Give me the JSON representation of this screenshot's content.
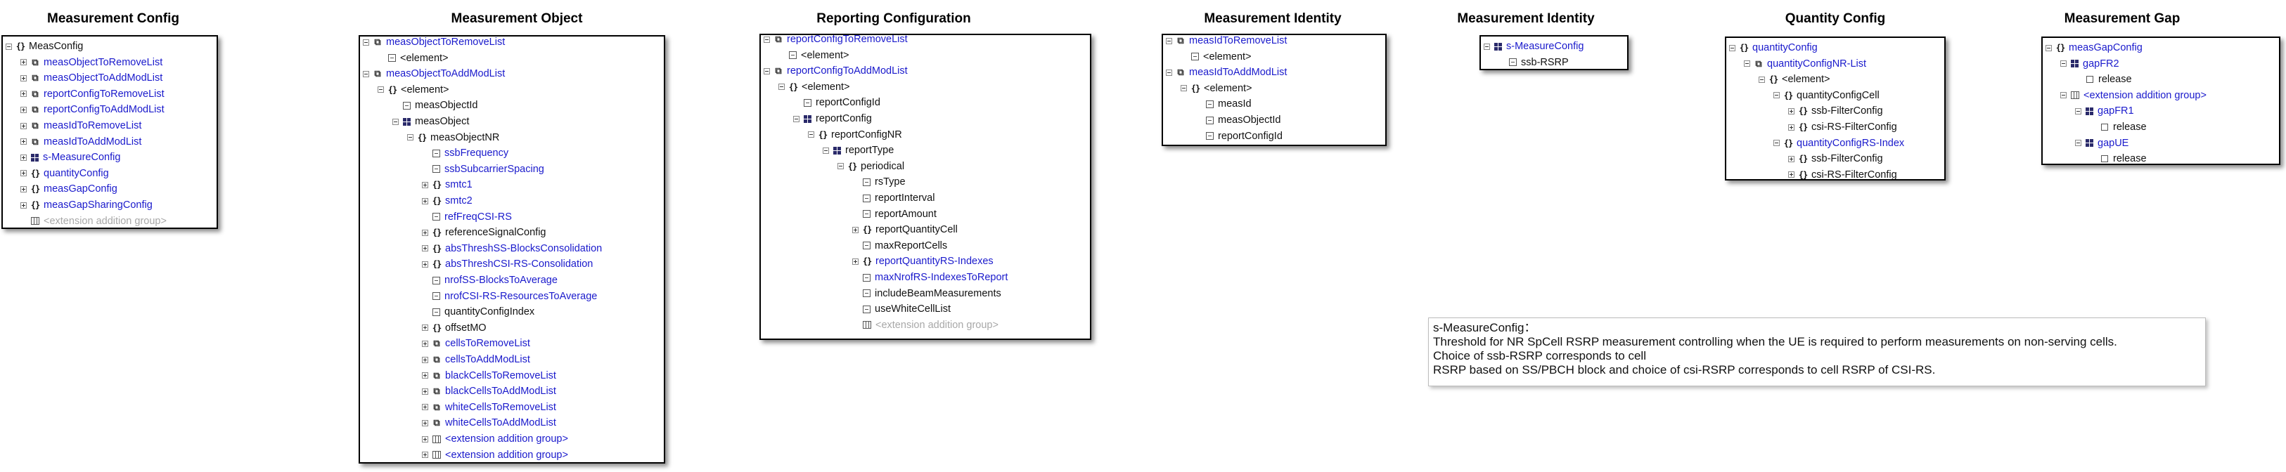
{
  "titles": [
    "Measurement Config",
    "Measurement Object",
    "Reporting Configuration",
    "Measurement Identity",
    "Measurement Identity",
    "Quantity Config",
    "Measurement Gap"
  ],
  "trees": [
    {
      "rows": [
        {
          "d": 0,
          "e": "minus",
          "i": "braces",
          "t": "MeasConfig",
          "s": "plain"
        },
        {
          "d": 1,
          "e": "plus",
          "i": "list",
          "t": "measObjectToRemoveList",
          "s": "link"
        },
        {
          "d": 1,
          "e": "plus",
          "i": "list",
          "t": "measObjectToAddModList",
          "s": "link"
        },
        {
          "d": 1,
          "e": "plus",
          "i": "list",
          "t": "reportConfigToRemoveList",
          "s": "link"
        },
        {
          "d": 1,
          "e": "plus",
          "i": "list",
          "t": "reportConfigToAddModList",
          "s": "link"
        },
        {
          "d": 1,
          "e": "plus",
          "i": "list",
          "t": "measIdToRemoveList",
          "s": "link"
        },
        {
          "d": 1,
          "e": "plus",
          "i": "list",
          "t": "measIdToAddModList",
          "s": "link"
        },
        {
          "d": 1,
          "e": "plus",
          "i": "choice",
          "t": "s-MeasureConfig",
          "s": "link"
        },
        {
          "d": 1,
          "e": "plus",
          "i": "braces",
          "t": "quantityConfig",
          "s": "link"
        },
        {
          "d": 1,
          "e": "plus",
          "i": "braces",
          "t": "measGapConfig",
          "s": "link"
        },
        {
          "d": 1,
          "e": "plus",
          "i": "braces",
          "t": "measGapSharingConfig",
          "s": "link"
        },
        {
          "d": 1,
          "e": "none",
          "i": "ext",
          "t": "<extension addition group>",
          "s": "grey"
        }
      ]
    },
    {
      "rows": [
        {
          "d": 0,
          "e": "minus",
          "i": "list",
          "t": "measObjectToRemoveList",
          "s": "link"
        },
        {
          "d": 1,
          "e": "none",
          "i": "seq",
          "t": "<element>",
          "s": "plain"
        },
        {
          "d": 0,
          "e": "minus",
          "i": "list",
          "t": "measObjectToAddModList",
          "s": "link"
        },
        {
          "d": 1,
          "e": "minus",
          "i": "braces",
          "t": "<element>",
          "s": "plain"
        },
        {
          "d": 2,
          "e": "none",
          "i": "seq",
          "t": "measObjectId",
          "s": "plain"
        },
        {
          "d": 2,
          "e": "minus",
          "i": "choice",
          "t": "measObject",
          "s": "plain"
        },
        {
          "d": 3,
          "e": "minus",
          "i": "braces",
          "t": "measObjectNR",
          "s": "plain"
        },
        {
          "d": 4,
          "e": "none",
          "i": "seq",
          "t": "ssbFrequency",
          "s": "link"
        },
        {
          "d": 4,
          "e": "none",
          "i": "seq",
          "t": "ssbSubcarrierSpacing",
          "s": "link"
        },
        {
          "d": 4,
          "e": "plus",
          "i": "braces",
          "t": "smtc1",
          "s": "link"
        },
        {
          "d": 4,
          "e": "plus",
          "i": "braces",
          "t": "smtc2",
          "s": "link"
        },
        {
          "d": 4,
          "e": "none",
          "i": "seq",
          "t": "refFreqCSI-RS",
          "s": "link"
        },
        {
          "d": 4,
          "e": "plus",
          "i": "braces",
          "t": "referenceSignalConfig",
          "s": "plain"
        },
        {
          "d": 4,
          "e": "plus",
          "i": "braces",
          "t": "absThreshSS-BlocksConsolidation",
          "s": "link"
        },
        {
          "d": 4,
          "e": "plus",
          "i": "braces",
          "t": "absThreshCSI-RS-Consolidation",
          "s": "link"
        },
        {
          "d": 4,
          "e": "none",
          "i": "seq",
          "t": "nrofSS-BlocksToAverage",
          "s": "link"
        },
        {
          "d": 4,
          "e": "none",
          "i": "seq",
          "t": "nrofCSI-RS-ResourcesToAverage",
          "s": "link"
        },
        {
          "d": 4,
          "e": "none",
          "i": "seq",
          "t": "quantityConfigIndex",
          "s": "plain"
        },
        {
          "d": 4,
          "e": "plus",
          "i": "braces",
          "t": "offsetMO",
          "s": "plain"
        },
        {
          "d": 4,
          "e": "plus",
          "i": "list",
          "t": "cellsToRemoveList",
          "s": "link"
        },
        {
          "d": 4,
          "e": "plus",
          "i": "list",
          "t": "cellsToAddModList",
          "s": "link"
        },
        {
          "d": 4,
          "e": "plus",
          "i": "list",
          "t": "blackCellsToRemoveList",
          "s": "link"
        },
        {
          "d": 4,
          "e": "plus",
          "i": "list",
          "t": "blackCellsToAddModList",
          "s": "link"
        },
        {
          "d": 4,
          "e": "plus",
          "i": "list",
          "t": "whiteCellsToRemoveList",
          "s": "link"
        },
        {
          "d": 4,
          "e": "plus",
          "i": "list",
          "t": "whiteCellsToAddModList",
          "s": "link"
        },
        {
          "d": 4,
          "e": "plus",
          "i": "ext",
          "t": "<extension addition group>",
          "s": "link"
        },
        {
          "d": 4,
          "e": "plus",
          "i": "ext",
          "t": "<extension addition group>",
          "s": "link"
        }
      ]
    },
    {
      "rows": [
        {
          "d": 0,
          "e": "minus",
          "i": "list",
          "t": "reportConfigToRemoveList",
          "s": "link"
        },
        {
          "d": 1,
          "e": "none",
          "i": "seq",
          "t": "<element>",
          "s": "plain"
        },
        {
          "d": 0,
          "e": "minus",
          "i": "list",
          "t": "reportConfigToAddModList",
          "s": "link"
        },
        {
          "d": 1,
          "e": "minus",
          "i": "braces",
          "t": "<element>",
          "s": "plain"
        },
        {
          "d": 2,
          "e": "none",
          "i": "seq",
          "t": "reportConfigId",
          "s": "plain"
        },
        {
          "d": 2,
          "e": "minus",
          "i": "choice",
          "t": "reportConfig",
          "s": "plain"
        },
        {
          "d": 3,
          "e": "minus",
          "i": "braces",
          "t": "reportConfigNR",
          "s": "plain"
        },
        {
          "d": 4,
          "e": "minus",
          "i": "choice",
          "t": "reportType",
          "s": "plain"
        },
        {
          "d": 5,
          "e": "minus",
          "i": "braces",
          "t": "periodical",
          "s": "plain"
        },
        {
          "d": 6,
          "e": "none",
          "i": "seq",
          "t": "rsType",
          "s": "plain"
        },
        {
          "d": 6,
          "e": "none",
          "i": "seq",
          "t": "reportInterval",
          "s": "plain"
        },
        {
          "d": 6,
          "e": "none",
          "i": "seq",
          "t": "reportAmount",
          "s": "plain"
        },
        {
          "d": 6,
          "e": "plus",
          "i": "braces",
          "t": "reportQuantityCell",
          "s": "plain"
        },
        {
          "d": 6,
          "e": "none",
          "i": "seq",
          "t": "maxReportCells",
          "s": "plain"
        },
        {
          "d": 6,
          "e": "plus",
          "i": "braces",
          "t": "reportQuantityRS-Indexes",
          "s": "link"
        },
        {
          "d": 6,
          "e": "none",
          "i": "seq",
          "t": "maxNrofRS-IndexesToReport",
          "s": "link"
        },
        {
          "d": 6,
          "e": "none",
          "i": "seq",
          "t": "includeBeamMeasurements",
          "s": "plain"
        },
        {
          "d": 6,
          "e": "none",
          "i": "seq",
          "t": "useWhiteCellList",
          "s": "plain"
        },
        {
          "d": 6,
          "e": "none",
          "i": "ext",
          "t": "<extension addition group>",
          "s": "grey"
        }
      ]
    },
    {
      "rows": [
        {
          "d": 0,
          "e": "minus",
          "i": "list",
          "t": "measIdToRemoveList",
          "s": "link"
        },
        {
          "d": 1,
          "e": "none",
          "i": "seq",
          "t": "<element>",
          "s": "plain"
        },
        {
          "d": 0,
          "e": "minus",
          "i": "list",
          "t": "measIdToAddModList",
          "s": "link"
        },
        {
          "d": 1,
          "e": "minus",
          "i": "braces",
          "t": "<element>",
          "s": "plain"
        },
        {
          "d": 2,
          "e": "none",
          "i": "seq",
          "t": "measId",
          "s": "plain"
        },
        {
          "d": 2,
          "e": "none",
          "i": "seq",
          "t": "measObjectId",
          "s": "plain"
        },
        {
          "d": 2,
          "e": "none",
          "i": "seq",
          "t": "reportConfigId",
          "s": "plain"
        }
      ]
    },
    {
      "rows": [
        {
          "d": 0,
          "e": "minus",
          "i": "choice",
          "t": "s-MeasureConfig",
          "s": "link"
        },
        {
          "d": 1,
          "e": "none",
          "i": "seq",
          "t": "ssb-RSRP",
          "s": "plain"
        }
      ]
    },
    {
      "rows": [
        {
          "d": 0,
          "e": "minus",
          "i": "braces",
          "t": "quantityConfig",
          "s": "link"
        },
        {
          "d": 1,
          "e": "minus",
          "i": "list",
          "t": "quantityConfigNR-List",
          "s": "link"
        },
        {
          "d": 2,
          "e": "minus",
          "i": "braces",
          "t": "<element>",
          "s": "plain"
        },
        {
          "d": 3,
          "e": "minus",
          "i": "braces",
          "t": "quantityConfigCell",
          "s": "plain"
        },
        {
          "d": 4,
          "e": "plus",
          "i": "braces",
          "t": "ssb-FilterConfig",
          "s": "plain"
        },
        {
          "d": 4,
          "e": "plus",
          "i": "braces",
          "t": "csi-RS-FilterConfig",
          "s": "plain"
        },
        {
          "d": 3,
          "e": "minus",
          "i": "braces",
          "t": "quantityConfigRS-Index",
          "s": "link"
        },
        {
          "d": 4,
          "e": "plus",
          "i": "braces",
          "t": "ssb-FilterConfig",
          "s": "plain"
        },
        {
          "d": 4,
          "e": "plus",
          "i": "braces",
          "t": "csi-RS-FilterConfig",
          "s": "plain"
        }
      ]
    },
    {
      "rows": [
        {
          "d": 0,
          "e": "minus",
          "i": "braces",
          "t": "measGapConfig",
          "s": "link"
        },
        {
          "d": 1,
          "e": "minus",
          "i": "choice",
          "t": "gapFR2",
          "s": "link"
        },
        {
          "d": 2,
          "e": "none",
          "i": "null",
          "t": "release",
          "s": "plain"
        },
        {
          "d": 1,
          "e": "minus",
          "i": "ext",
          "t": "<extension addition group>",
          "s": "link"
        },
        {
          "d": 2,
          "e": "minus",
          "i": "choice",
          "t": "gapFR1",
          "s": "link"
        },
        {
          "d": 3,
          "e": "none",
          "i": "null",
          "t": "release",
          "s": "plain"
        },
        {
          "d": 2,
          "e": "minus",
          "i": "choice",
          "t": "gapUE",
          "s": "link"
        },
        {
          "d": 3,
          "e": "none",
          "i": "null",
          "t": "release",
          "s": "plain"
        }
      ]
    }
  ],
  "note": {
    "heading": "s-MeasureConfig：",
    "lines": [
      "Threshold for NR SpCell RSRP measurement controlling when the UE is required to perform measurements on non-serving cells.",
      "Choice of ssb-RSRP corresponds to cell",
      "RSRP based on SS/PBCH block and choice of csi-RSRP corresponds to cell RSRP of CSI-RS."
    ]
  }
}
